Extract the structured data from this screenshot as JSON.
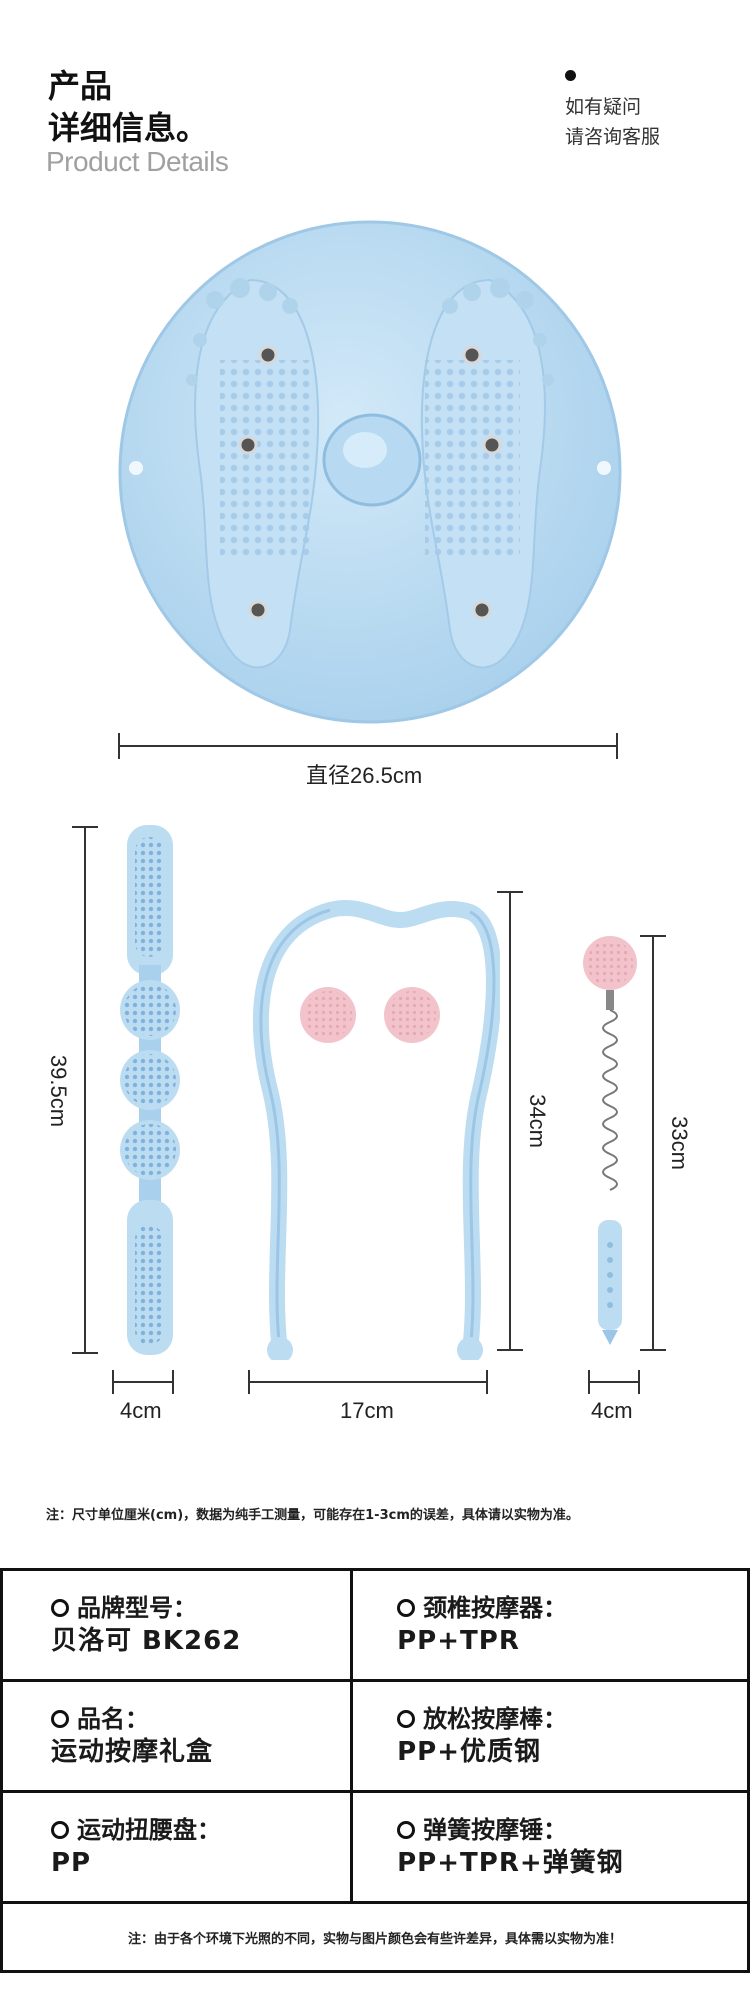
{
  "header": {
    "title_line1": "产品",
    "title_line2": "详细信息。",
    "subtitle_en": "Product Details",
    "note_line1": "如有疑问",
    "note_line2": "请咨询客服"
  },
  "dimensions": {
    "plate_diameter": "直径26.5cm",
    "roller_height": "39.5cm",
    "roller_width": "4cm",
    "neck_height": "34cm",
    "neck_width": "17cm",
    "spring_height": "33cm",
    "spring_width": "4cm"
  },
  "measure_note": "注：尺寸单位厘米(cm)，数据为纯手工测量，可能存在1-3cm的误差，具体请以实物为准。",
  "specs": [
    {
      "label": "品牌型号：",
      "value": "贝洛可 BK262"
    },
    {
      "label": "颈椎按摩器：",
      "value": "PP+TPR"
    },
    {
      "label": "品名：",
      "value": "运动按摩礼盒"
    },
    {
      "label": "放松按摩棒：",
      "value": "PP+优质钢"
    },
    {
      "label": "运动扭腰盘：",
      "value": "PP"
    },
    {
      "label": "弹簧按摩锤：",
      "value": "PP+TPR+弹簧钢"
    }
  ],
  "footer_note": "注：由于各个环境下光照的不同，实物与图片颜色会有些许差异，具体需以实物为准！",
  "colors": {
    "product_blue": "#bcdcf2",
    "product_blue_dark": "#9cc6e6",
    "ball_pink": "#f2c3cb"
  }
}
